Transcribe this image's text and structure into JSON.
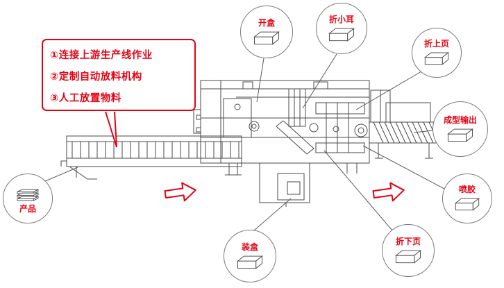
{
  "diagram": {
    "title": "cartoning-machine-process-diagram",
    "callout_box": {
      "lines": [
        "①连接上游生产线作业",
        "②定制自动放料机构",
        "③人工放置物料"
      ]
    },
    "bubbles": [
      {
        "id": "open-box",
        "label": "开盒"
      },
      {
        "id": "fold-small-ear",
        "label": "折小耳"
      },
      {
        "id": "fold-upper-flap",
        "label": "折上页"
      },
      {
        "id": "forming-output",
        "label": "成型输出"
      },
      {
        "id": "glue-spray",
        "label": "喷胶"
      },
      {
        "id": "fold-lower-flap",
        "label": "折下页"
      },
      {
        "id": "box-loading",
        "label": "装盒"
      },
      {
        "id": "product",
        "label": "产品"
      }
    ],
    "icons": {
      "bubble_icon": "carton-box-3d-icon",
      "product_icon": "product-stack-icon",
      "flow_icon": "right-arrow-outline-icon"
    },
    "colors": {
      "accent_red": "#e60012",
      "drawing_line": "#4a4a4a",
      "leader_line": "#5a5a5a"
    }
  }
}
